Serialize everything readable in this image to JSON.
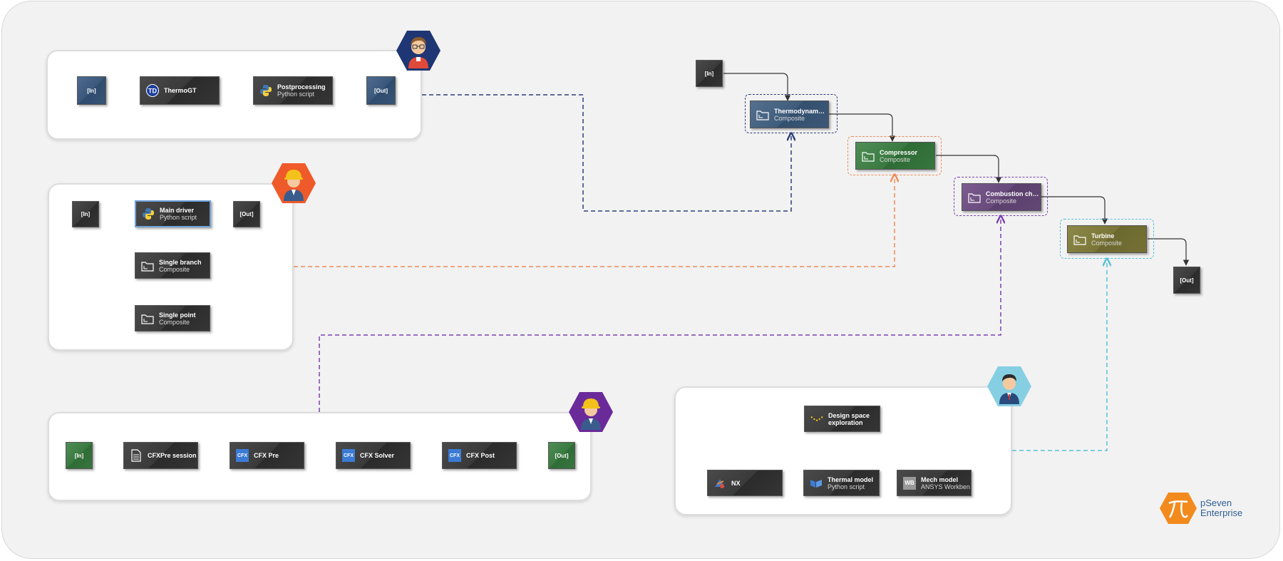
{
  "labels": {
    "in": "[In]",
    "out": "[Out]"
  },
  "thermo_panel": {
    "thermogt": "ThermoGT",
    "postprocessing": {
      "title": "Postprocessing",
      "sub": "Python script"
    }
  },
  "driver_panel": {
    "main_driver": {
      "title": "Main driver",
      "sub": "Python script"
    },
    "single_branch": {
      "title": "Single branch",
      "sub": "Composite"
    },
    "single_point": {
      "title": "Single point",
      "sub": "Composite"
    }
  },
  "cfx_panel": {
    "cfxpre_session": "CFXPre session",
    "cfx_pre": "CFX Pre",
    "cfx_solver": "CFX Solver",
    "cfx_post": "CFX Post",
    "cfx_icon_text": "CFX"
  },
  "dse_panel": {
    "design_space": {
      "title": "Design space",
      "sub": "exploration"
    },
    "nx": "NX",
    "thermal_model": {
      "title": "Thermal model",
      "sub": "Python script"
    },
    "mech_model": {
      "title": "Mech model",
      "sub": "ANSYS Workben…"
    },
    "wb_icon_text": "WB"
  },
  "main_chain": {
    "thermodynamics": {
      "title": "Thermodynam…",
      "sub": "Composite"
    },
    "compressor": {
      "title": "Compressor",
      "sub": "Composite"
    },
    "combustion": {
      "title": "Combustion ch…",
      "sub": "Composite"
    },
    "turbine": {
      "title": "Turbine",
      "sub": "Composite"
    }
  },
  "brand": {
    "line1": "pSeven",
    "line2": "Enterprise"
  },
  "colors": {
    "navy_dash": "#2c3e7a",
    "orange_dash": "#ef8a57",
    "purple_dash": "#7a3fb0",
    "cyan_dash": "#56c1d8",
    "driver_links": "#5b86c4",
    "brand_orange": "#f28a1e",
    "brand_blue": "#2f5f93"
  },
  "icons": [
    "user-scientist-icon",
    "user-engineer-icon",
    "user-engineer-purple-icon",
    "user-manager-icon",
    "thermogt-icon",
    "python-icon",
    "composite-folder-icon",
    "document-icon",
    "cfx-icon",
    "dse-icon",
    "nx-icon",
    "thermal-icon",
    "workbench-icon",
    "pseven-logo-icon"
  ]
}
